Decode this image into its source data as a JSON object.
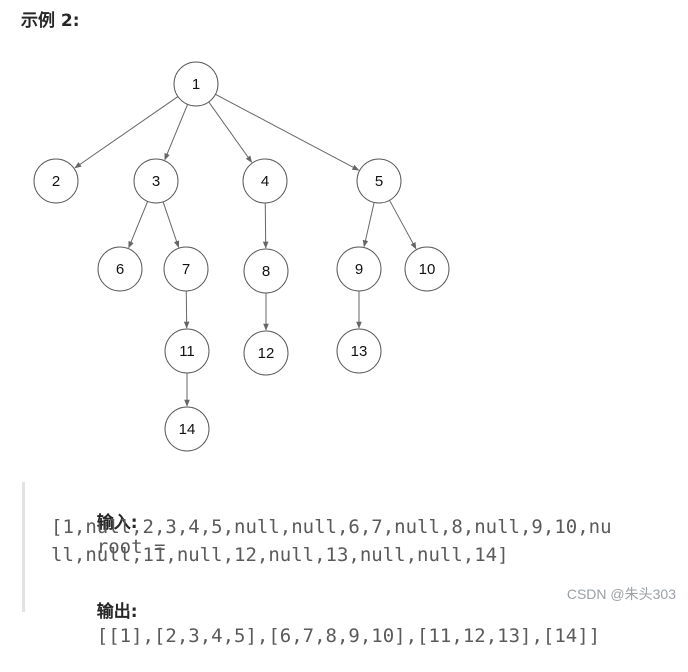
{
  "heading": "示例 2:",
  "tree": {
    "nodes": [
      {
        "id": "1",
        "label": "1"
      },
      {
        "id": "2",
        "label": "2"
      },
      {
        "id": "3",
        "label": "3"
      },
      {
        "id": "4",
        "label": "4"
      },
      {
        "id": "5",
        "label": "5"
      },
      {
        "id": "6",
        "label": "6"
      },
      {
        "id": "7",
        "label": "7"
      },
      {
        "id": "8",
        "label": "8"
      },
      {
        "id": "9",
        "label": "9"
      },
      {
        "id": "10",
        "label": "10"
      },
      {
        "id": "11",
        "label": "11"
      },
      {
        "id": "12",
        "label": "12"
      },
      {
        "id": "13",
        "label": "13"
      },
      {
        "id": "14",
        "label": "14"
      }
    ],
    "edges": [
      [
        "1",
        "2"
      ],
      [
        "1",
        "3"
      ],
      [
        "1",
        "4"
      ],
      [
        "1",
        "5"
      ],
      [
        "3",
        "6"
      ],
      [
        "3",
        "7"
      ],
      [
        "4",
        "8"
      ],
      [
        "5",
        "9"
      ],
      [
        "5",
        "10"
      ],
      [
        "7",
        "11"
      ],
      [
        "8",
        "12"
      ],
      [
        "9",
        "13"
      ],
      [
        "11",
        "14"
      ]
    ]
  },
  "example": {
    "input_label": "输入:",
    "input_value_line1": "root =",
    "input_value_line2": "[1,null,2,3,4,5,null,null,6,7,null,8,null,9,10,nu",
    "input_value_line3": "ll,null,11,null,12,null,13,null,null,14]",
    "output_label": "输出:",
    "output_value": "[[1],[2,3,4,5],[6,7,8,9,10],[11,12,13],[14]]"
  },
  "watermark": "CSDN @朱头303"
}
